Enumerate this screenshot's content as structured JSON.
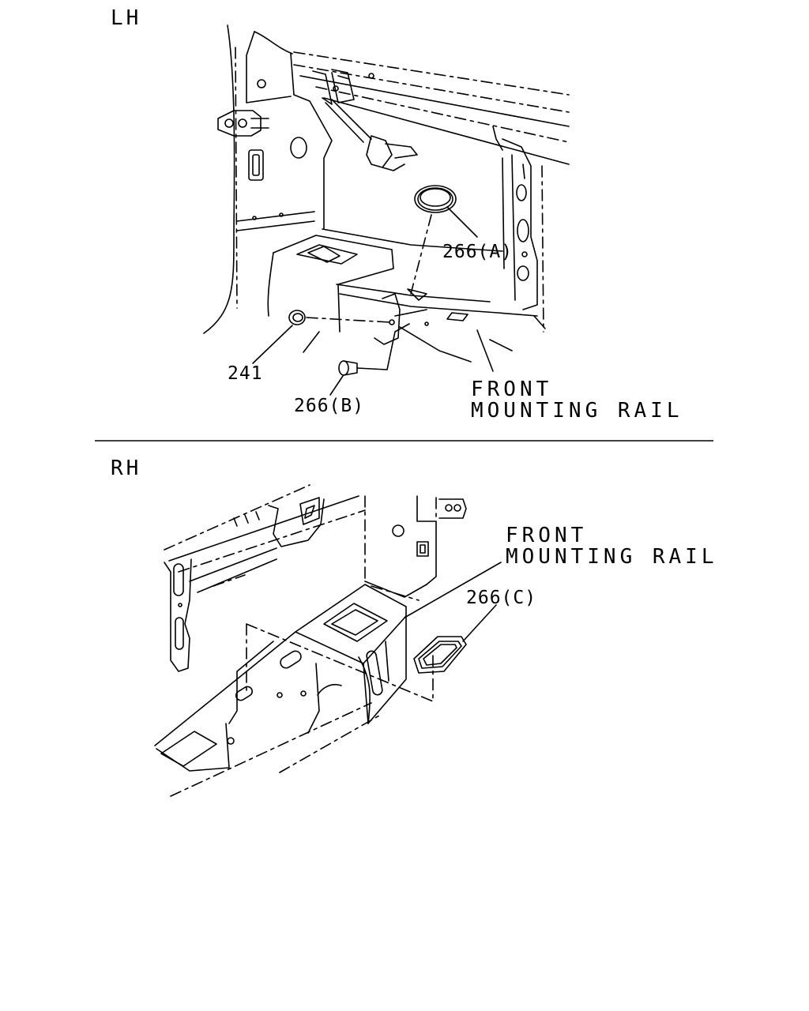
{
  "sections": {
    "lh": {
      "label": "LH",
      "callouts": {
        "grommet_a": "266(A)",
        "washer": "241",
        "grommet_b": "266(B)",
        "rail_line1": "FRONT",
        "rail_line2": "MOUNTING RAIL"
      }
    },
    "rh": {
      "label": "RH",
      "callouts": {
        "rail_line1": "FRONT",
        "rail_line2": "MOUNTING RAIL",
        "grommet_c": "266(C)"
      }
    }
  }
}
